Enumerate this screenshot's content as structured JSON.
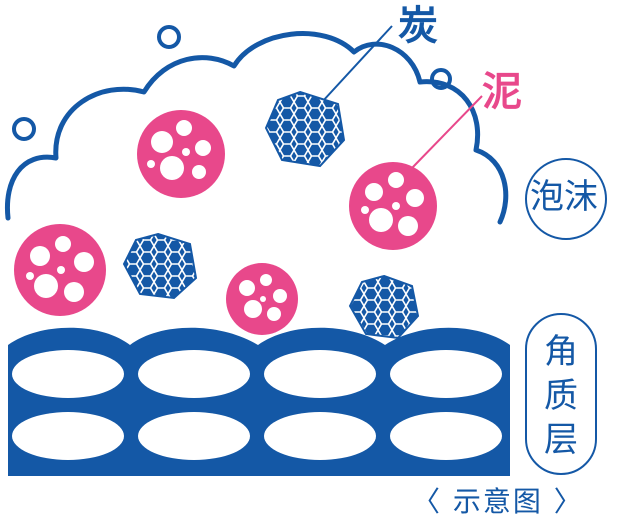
{
  "labels": {
    "charcoal": "炭",
    "mud": "泥",
    "foam": "泡沫",
    "stratum_corneum": [
      "角",
      "质",
      "层"
    ],
    "caption": "〈 示意图 〉"
  },
  "colors": {
    "blue": "#1458a6",
    "pink": "#e8488b",
    "white": "#ffffff"
  }
}
